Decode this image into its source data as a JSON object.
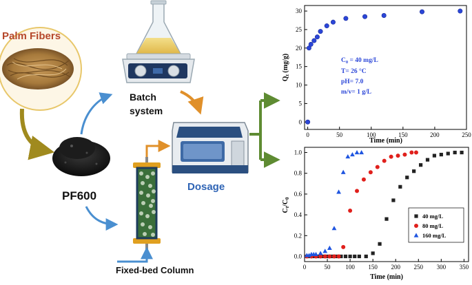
{
  "workflow": {
    "source_label": "Palm Fibers",
    "material_label": "PF600",
    "batch_label_line1": "Batch",
    "batch_label_line2": "system",
    "dosage_label": "Dosage",
    "column_label": "Fixed-bed Column"
  },
  "colors": {
    "palm_text": "#b5472b",
    "dosage_text": "#2f64b5",
    "arrow_gold": "#a08a1e",
    "arrow_blue": "#4a8fd0",
    "arrow_orange": "#e0902a",
    "arrow_green": "#5e8b32",
    "series_black": "#222222",
    "series_red": "#e0201c",
    "series_blue": "#1f55e0",
    "kinetic_points": "#2b46d8"
  },
  "chart_data": [
    {
      "type": "scatter",
      "title": "",
      "xlabel": "Time (min)",
      "ylabel": "Q",
      "ylabel_sub": "t",
      "ylabel_unit": " (mg/g)",
      "xlim": [
        -5,
        250
      ],
      "ylim": [
        -2,
        31.5
      ],
      "xticks": [
        0,
        50,
        100,
        150,
        200,
        250
      ],
      "yticks": [
        0,
        5,
        10,
        15,
        20,
        25,
        30
      ],
      "conditions": [
        "C0 = 40 mg/L",
        "T= 26 °C",
        "pH= 7.0",
        "m/v= 1 g/L"
      ],
      "series": [
        {
          "x": [
            0,
            2,
            5,
            10,
            15,
            20,
            30,
            40,
            60,
            90,
            120,
            180,
            240
          ],
          "y": [
            0,
            20,
            21,
            22,
            23,
            24.5,
            26,
            27,
            28,
            28.5,
            28.8,
            29.8,
            30
          ]
        }
      ]
    },
    {
      "type": "scatter",
      "title": "",
      "xlabel": "Time (min)",
      "ylabel": "C",
      "ylabel_sub": "t",
      "ylabel_mid": "/C",
      "ylabel_sub2": "0",
      "xlim": [
        0,
        360
      ],
      "ylim": [
        -0.05,
        1.05
      ],
      "xticks": [
        0,
        50,
        100,
        150,
        200,
        250,
        300,
        350
      ],
      "yticks": [
        0.0,
        0.2,
        0.4,
        0.6,
        0.8,
        1.0
      ],
      "legend_position": "bottom-right",
      "series": [
        {
          "name": "40 mg/L",
          "marker": "square",
          "x": [
            5,
            10,
            20,
            30,
            40,
            50,
            60,
            70,
            80,
            90,
            100,
            110,
            120,
            135,
            150,
            165,
            180,
            195,
            210,
            225,
            240,
            255,
            270,
            285,
            300,
            315,
            330,
            345
          ],
          "y": [
            0,
            0,
            0,
            0,
            0,
            0,
            0,
            0,
            0,
            0,
            0,
            0,
            0,
            0,
            0.03,
            0.12,
            0.36,
            0.54,
            0.67,
            0.76,
            0.82,
            0.88,
            0.93,
            0.97,
            0.98,
            0.99,
            1.0,
            1.0
          ]
        },
        {
          "name": "80 mg/L",
          "marker": "circle",
          "x": [
            5,
            15,
            25,
            35,
            45,
            55,
            65,
            75,
            85,
            100,
            115,
            130,
            145,
            160,
            175,
            190,
            205,
            220,
            235,
            245
          ],
          "y": [
            0,
            0,
            0,
            0,
            0,
            0,
            0,
            0,
            0.09,
            0.44,
            0.63,
            0.74,
            0.81,
            0.86,
            0.92,
            0.96,
            0.97,
            0.98,
            1.0,
            1.0
          ]
        },
        {
          "name": "160 mg/L",
          "marker": "triangle",
          "x": [
            5,
            10,
            15,
            20,
            25,
            35,
            45,
            55,
            65,
            75,
            85,
            95,
            105,
            115,
            125
          ],
          "y": [
            0.01,
            0.01,
            0.02,
            0.02,
            0.02,
            0.03,
            0.05,
            0.08,
            0.27,
            0.62,
            0.81,
            0.96,
            0.98,
            1.0,
            1.0
          ]
        }
      ]
    }
  ]
}
